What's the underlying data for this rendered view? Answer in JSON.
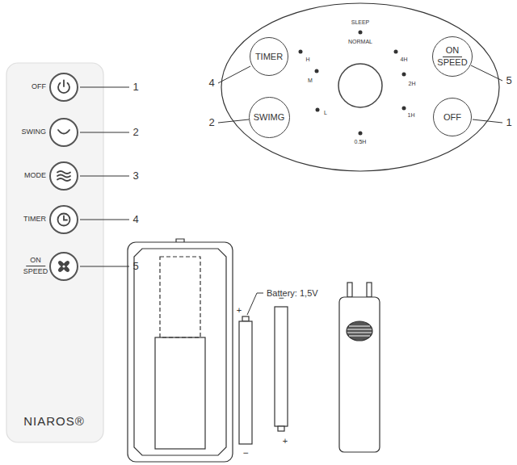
{
  "diagram": {
    "nodes": [
      {
        "text": [
          "TIMER"
        ]
      },
      {
        "text": [
          "ON",
          "SPEED"
        ]
      },
      {
        "text": [
          "SWIMG"
        ]
      },
      {
        "text": [
          "OFF"
        ]
      }
    ],
    "labels": [
      "OFF",
      "SWING",
      "MODE",
      "TIMER",
      "ON",
      "SPEED",
      "1",
      "2",
      "3",
      "4",
      "5",
      "NIAROS®",
      "SLEEP",
      "NORMAL",
      "H",
      "M",
      "L",
      "0.5H",
      "1H",
      "2H",
      "4H",
      "4",
      "2",
      "5",
      "1",
      "Battery: 1,5V",
      "+",
      "−",
      "−",
      "+"
    ]
  }
}
